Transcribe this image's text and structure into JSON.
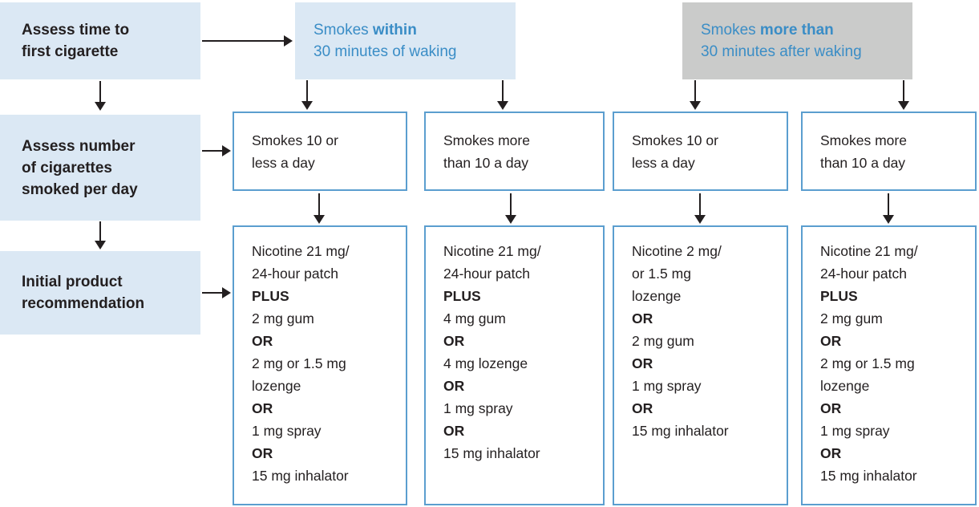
{
  "colors": {
    "light_blue_bg": "#dbe8f4",
    "gray_bg": "#cacbca",
    "blue_text": "#3a8dc6",
    "box_border": "#5b9ecf",
    "dark_text": "#231f20",
    "arrow": "#231f20"
  },
  "left_column": {
    "assess_time": "Assess time to\nfirst cigarette",
    "assess_number": "Assess number\nof cigarettes\nsmoked per day",
    "initial_product": "Initial product\nrecommendation"
  },
  "headers": [
    {
      "prefix": "Smokes ",
      "bold": "within",
      "line2": "30 minutes of waking"
    },
    {
      "prefix": "Smokes ",
      "bold": "more than",
      "line2": "30 minutes after waking"
    }
  ],
  "frequency_boxes": [
    "Smokes 10 or\nless a day",
    "Smokes more\nthan 10 a day",
    "Smokes 10 or\nless a day",
    "Smokes more\nthan 10 a day"
  ],
  "recommendation_boxes": [
    {
      "lines": [
        {
          "text": "Nicotine 21 mg/",
          "bold": false
        },
        {
          "text": "24-hour patch",
          "bold": false
        },
        {
          "text": "PLUS",
          "bold": true
        },
        {
          "text": "2 mg gum",
          "bold": false
        },
        {
          "text": "OR",
          "bold": true
        },
        {
          "text": "2 mg or 1.5 mg",
          "bold": false
        },
        {
          "text": "lozenge",
          "bold": false
        },
        {
          "text": "OR",
          "bold": true
        },
        {
          "text": "1 mg spray",
          "bold": false
        },
        {
          "text": "OR",
          "bold": true
        },
        {
          "text": "15 mg inhalator",
          "bold": false
        }
      ]
    },
    {
      "lines": [
        {
          "text": "Nicotine 21 mg/",
          "bold": false
        },
        {
          "text": "24-hour patch",
          "bold": false
        },
        {
          "text": "PLUS",
          "bold": true
        },
        {
          "text": "4 mg gum",
          "bold": false
        },
        {
          "text": "OR",
          "bold": true
        },
        {
          "text": "4 mg lozenge",
          "bold": false
        },
        {
          "text": "OR",
          "bold": true
        },
        {
          "text": "1 mg spray",
          "bold": false
        },
        {
          "text": "OR",
          "bold": true
        },
        {
          "text": "15 mg inhalator",
          "bold": false
        }
      ]
    },
    {
      "lines": [
        {
          "text": "Nicotine 2 mg/",
          "bold": false
        },
        {
          "text": "or 1.5 mg",
          "bold": false
        },
        {
          "text": "lozenge",
          "bold": false
        },
        {
          "text": "OR",
          "bold": true
        },
        {
          "text": "2 mg gum",
          "bold": false
        },
        {
          "text": "OR",
          "bold": true
        },
        {
          "text": "1 mg spray",
          "bold": false
        },
        {
          "text": "OR",
          "bold": true
        },
        {
          "text": "15 mg inhalator",
          "bold": false
        }
      ]
    },
    {
      "lines": [
        {
          "text": "Nicotine 21 mg/",
          "bold": false
        },
        {
          "text": "24-hour patch",
          "bold": false
        },
        {
          "text": "PLUS",
          "bold": true
        },
        {
          "text": "2 mg gum",
          "bold": false
        },
        {
          "text": "OR",
          "bold": true
        },
        {
          "text": "2 mg or 1.5 mg",
          "bold": false
        },
        {
          "text": "lozenge",
          "bold": false
        },
        {
          "text": "OR",
          "bold": true
        },
        {
          "text": "1 mg spray",
          "bold": false
        },
        {
          "text": "OR",
          "bold": true
        },
        {
          "text": "15 mg inhalator",
          "bold": false
        }
      ]
    }
  ]
}
